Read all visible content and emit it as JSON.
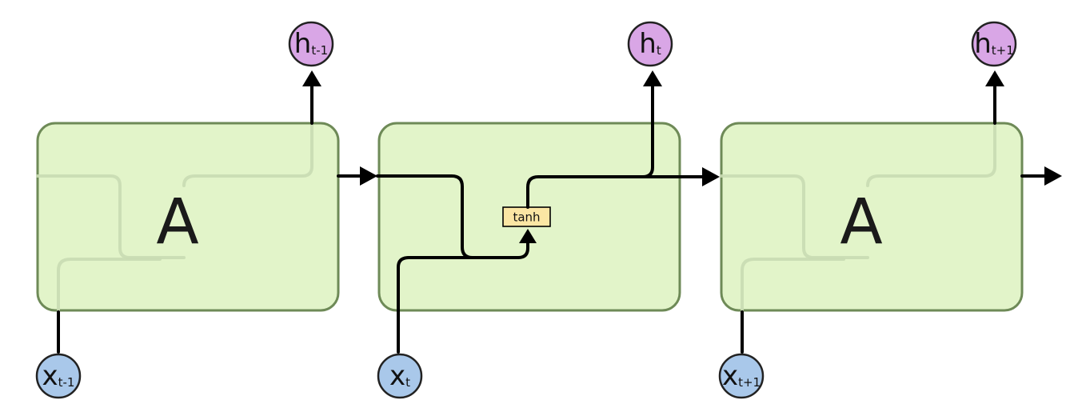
{
  "cells": [
    {
      "label": "A"
    },
    {
      "label": ""
    },
    {
      "label": "A"
    }
  ],
  "gate": {
    "label": "tanh"
  },
  "outputs": [
    {
      "main": "h",
      "sub": "t-1"
    },
    {
      "main": "h",
      "sub": "t"
    },
    {
      "main": "h",
      "sub": "t+1"
    }
  ],
  "inputs": [
    {
      "main": "x",
      "sub": "t-1"
    },
    {
      "main": "x",
      "sub": "t"
    },
    {
      "main": "x",
      "sub": "t+1"
    }
  ],
  "colors": {
    "cell_fill": "#e2f4c9",
    "cell_border": "#6e8a57",
    "output_node": "#d9a6e6",
    "input_node": "#a9c8ea",
    "gate_fill": "#fbe6a4"
  }
}
